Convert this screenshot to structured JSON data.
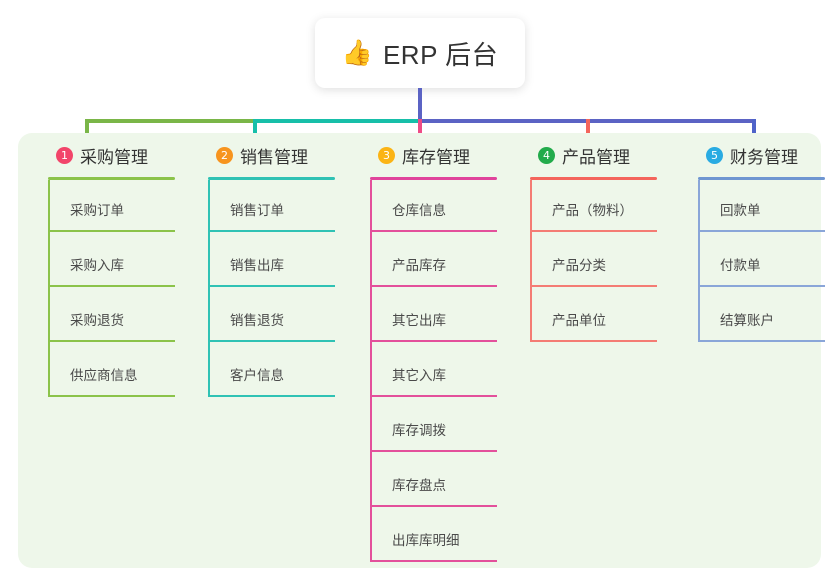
{
  "root": {
    "icon": "thumbs-up-icon",
    "emoji": "👍",
    "title": "ERP 后台"
  },
  "palette": {
    "page_background": "#ffffff",
    "panel_background": "#eef7ea",
    "root_card": "#ffffff",
    "connector_green": "#7ab648",
    "connector_teal": "#17bfa9",
    "connector_blue": "#5b63c4"
  },
  "columns": [
    {
      "index": "1",
      "badge_color": "#f2456a",
      "accent": "#8bc34a",
      "title": "采购管理",
      "items": [
        "采购订单",
        "采购入库",
        "采购退货",
        "供应商信息"
      ]
    },
    {
      "index": "2",
      "badge_color": "#f7941e",
      "accent": "#2fc2b4",
      "title": "销售管理",
      "items": [
        "销售订单",
        "销售出库",
        "销售退货",
        "客户信息"
      ]
    },
    {
      "index": "3",
      "badge_color": "#fbb415",
      "accent": "#e0449b",
      "title": "库存管理",
      "items": [
        "仓库信息",
        "产品库存",
        "其它出库",
        "其它入库",
        "库存调拨",
        "库存盘点",
        "出库库明细"
      ]
    },
    {
      "index": "4",
      "badge_color": "#22ab4b",
      "accent": "#f4655c",
      "title": "产品管理",
      "items": [
        "产品（物料）",
        "产品分类",
        "产品单位"
      ]
    },
    {
      "index": "5",
      "badge_color": "#29abe2",
      "accent": "#6f96d1",
      "title": "财务管理",
      "items": [
        "回款单",
        "付款单",
        "结算账户"
      ]
    }
  ]
}
